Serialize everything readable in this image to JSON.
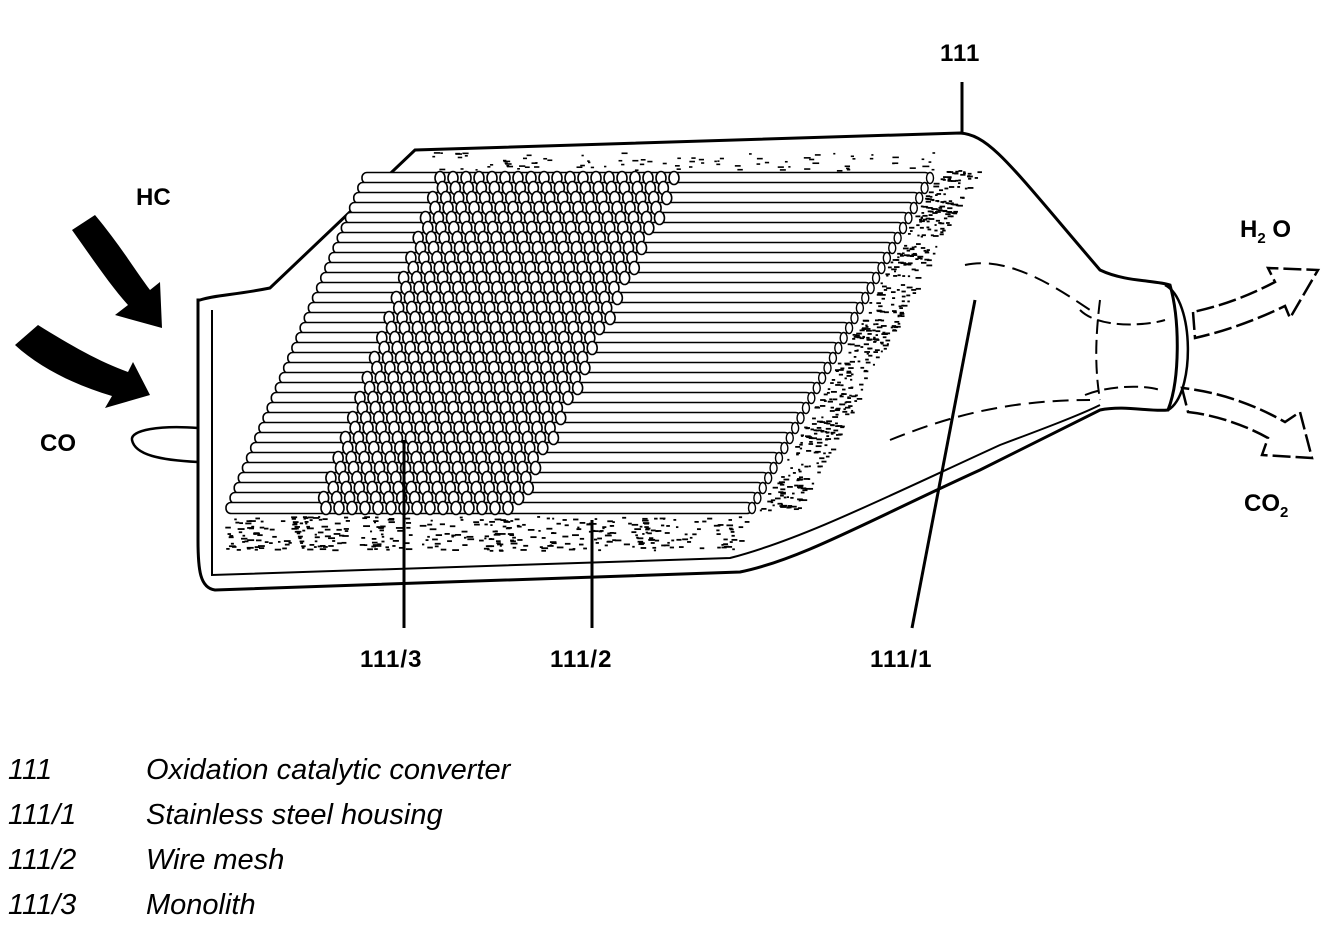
{
  "callouts": {
    "c111": "111",
    "c111_3": "111/3",
    "c111_2": "111/2",
    "c111_1": "111/1"
  },
  "gases": {
    "hc": "HC",
    "co": "CO",
    "h2o_main": "H",
    "h2o_sub": "2",
    "h2o_tail": " O",
    "co2_main": "CO",
    "co2_sub": "2"
  },
  "legend": [
    {
      "code": "111",
      "desc": "Oxidation catalytic converter"
    },
    {
      "code": "111/1",
      "desc": "Stainless steel housing"
    },
    {
      "code": "111/2",
      "desc": "Wire mesh"
    },
    {
      "code": "111/3",
      "desc": "Monolith"
    }
  ],
  "colors": {
    "ink": "#000000",
    "paper": "#ffffff"
  }
}
